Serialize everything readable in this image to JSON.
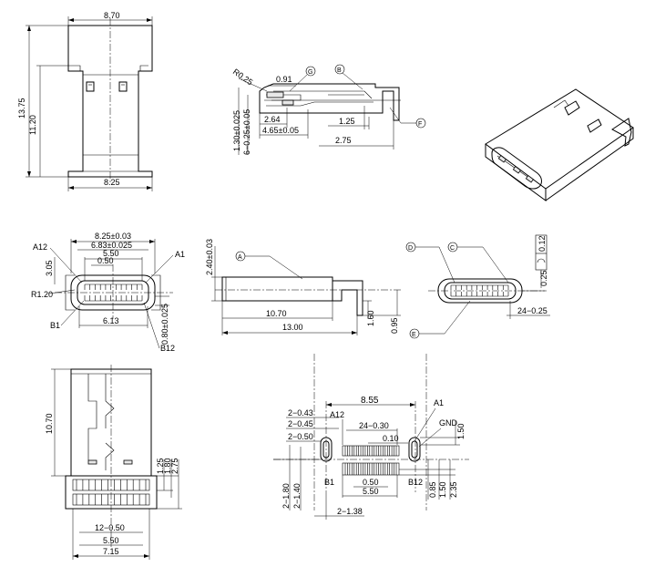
{
  "top_view": {
    "w_870": "8.70",
    "h_1375": "13.75",
    "h_1120": "11.20",
    "w_825": "8.25"
  },
  "section_view": {
    "r025": "R0.25",
    "d091": "0.91",
    "callout_g": "G",
    "callout_b": "B",
    "callout_f": "F",
    "d264": "2.64",
    "d465": "4.65±0.05",
    "d125": "1.25",
    "d275": "2.75",
    "d130": "1.30±0.025",
    "d6x025": "6−0.25±0.05"
  },
  "front_view": {
    "w_825": "8.25±0.03",
    "w_683": "6.83±0.025",
    "w_550": "5.50",
    "w_050": "0.50",
    "h_305": "3.05",
    "r120": "R1.20",
    "w_613": "6.13",
    "d080": "0.80±0.025",
    "a12": "A12",
    "a1": "A1",
    "b1": "B1",
    "b12": "B12"
  },
  "side_view": {
    "callout_a": "A",
    "h240": "2.40±0.03",
    "l1070": "10.70",
    "l1300": "13.00",
    "h160": "1.60",
    "h095": "0.95"
  },
  "end_view": {
    "callout_d": "D",
    "callout_c": "C",
    "callout_e": "E",
    "tol025": "0.25",
    "tol012": "0.12",
    "pins": "24−0.25"
  },
  "bottom_view": {
    "h1070": "10.70",
    "d125": "1.25",
    "d180": "1.80",
    "d275": "2.75",
    "p12": "12−0.50",
    "w550": "5.50",
    "w715": "7.15"
  },
  "footprint": {
    "w855": "8.55",
    "a1": "A1",
    "a12": "A12",
    "gnd": "GND",
    "b1": "B1",
    "b12": "B12",
    "h043": "2−0.43",
    "h045": "2−0.45",
    "h050": "2−0.50",
    "p24": "24−0.30",
    "d010": "0.10",
    "d150r": "1.50",
    "d180": "2−1.80",
    "d140": "2−1.40",
    "p050": "0.50",
    "w550": "5.50",
    "d085": "0.85",
    "d150": "1.50",
    "d235": "2.35",
    "d138": "2−1.38"
  }
}
